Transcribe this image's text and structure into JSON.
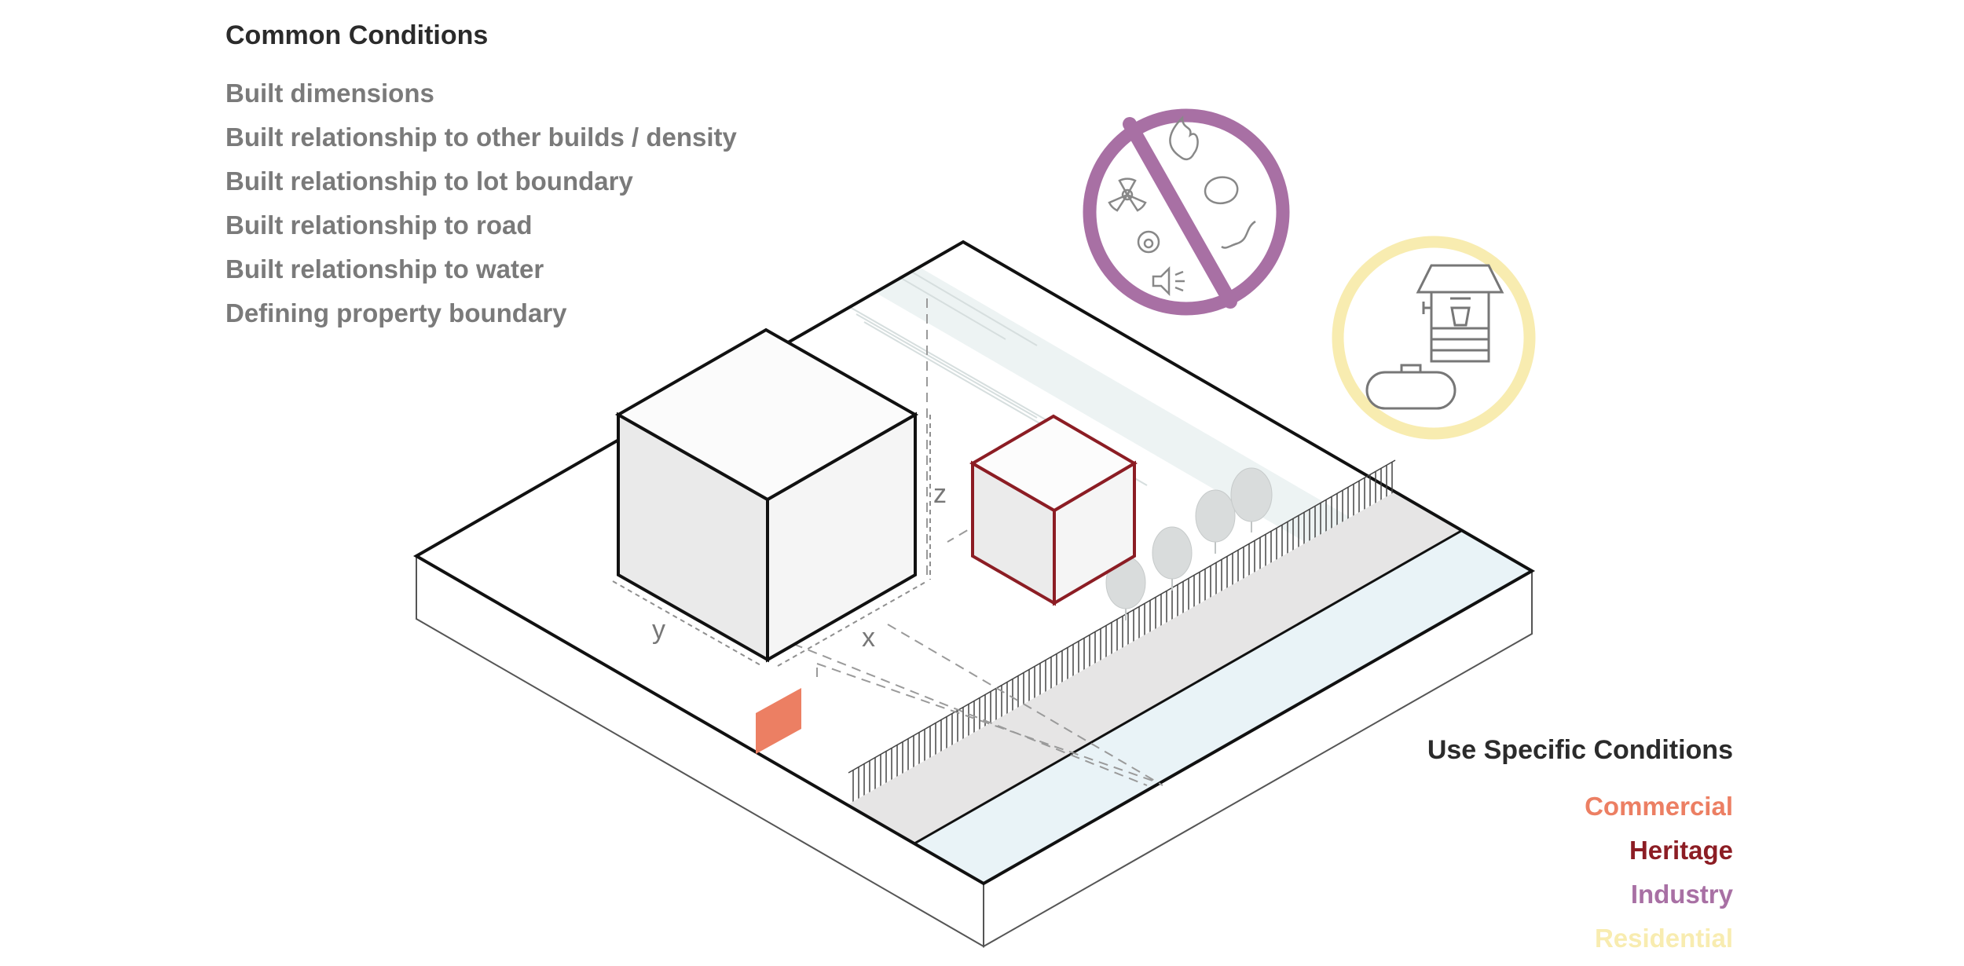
{
  "common_conditions": {
    "heading": "Common Conditions",
    "items": [
      "Built dimensions",
      "Built relationship to other builds / density",
      "Built relationship to lot boundary",
      "Built relationship to road",
      "Built relationship to water",
      "Defining property boundary"
    ]
  },
  "use_specific_conditions": {
    "heading": "Use Specific Conditions",
    "items": [
      {
        "label": "Commercial",
        "color": "#ec7f63"
      },
      {
        "label": "Heritage",
        "color": "#8c1d24"
      },
      {
        "label": "Industry",
        "color": "#a870a4"
      },
      {
        "label": "Residential",
        "color": "#f8ecb0"
      }
    ]
  },
  "dimension_labels": {
    "x": "x",
    "y": "y",
    "z": "z"
  },
  "icons": {
    "industry_prohibition": [
      "radiation-icon",
      "fire-icon",
      "rock-icon",
      "worm-icon",
      "gas-mask-icon",
      "noise-speaker-icon"
    ],
    "residential": [
      "water-well-icon",
      "propane-tank-icon"
    ]
  },
  "colors": {
    "outline": "#111111",
    "road": "#e6e5e5",
    "water": "#e9f3f7",
    "water_band": "#edf3f3",
    "cube_face_left": "#eaeaea",
    "cube_face_right": "#f5f5f5",
    "cube_face_top": "#fbfbfb"
  }
}
